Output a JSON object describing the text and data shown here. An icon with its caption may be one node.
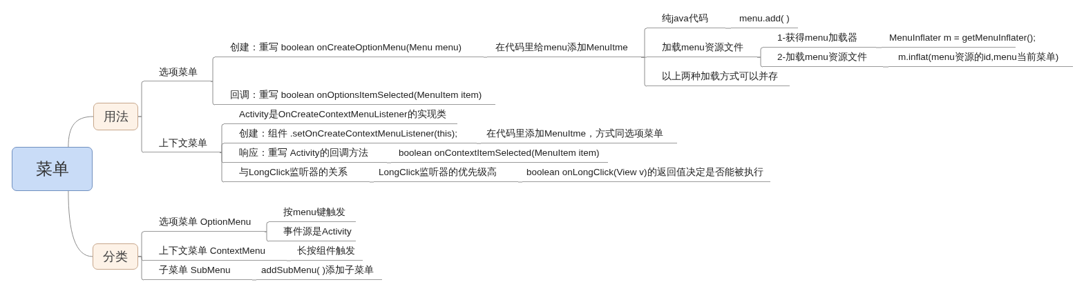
{
  "diagram": {
    "nodes": [
      {
        "text": [
          "菜单"
        ]
      },
      {
        "text": [
          "用法"
        ]
      },
      {
        "text": [
          "选项菜单"
        ]
      },
      {
        "text": [
          "创建：重写 boolean onCreateOptionMenu(Menu menu)"
        ]
      },
      {
        "text": [
          "在代码里给menu添加MenuItme"
        ]
      },
      {
        "text": [
          "纯java代码"
        ]
      },
      {
        "text": [
          "menu.add( )"
        ]
      },
      {
        "text": [
          "加载menu资源文件"
        ]
      },
      {
        "text": [
          "1-获得menu加载器"
        ]
      },
      {
        "text": [
          "MenuInflater m = getMenuInflater();"
        ]
      },
      {
        "text": [
          "2-加载menu资源文件"
        ]
      },
      {
        "text": [
          "m.inflat(menu资源的id,menu当前菜单)"
        ]
      },
      {
        "text": [
          "以上两种加载方式可以并存"
        ]
      },
      {
        "text": [
          "回调：重写 boolean onOptionsItemSelected(MenuItem item)"
        ]
      },
      {
        "text": [
          "上下文菜单"
        ]
      },
      {
        "text": [
          "Activity是OnCreateContextMenuListener的实现类"
        ]
      },
      {
        "text": [
          "创建：组件 .setOnCreateContextMenuListener(this);"
        ]
      },
      {
        "text": [
          "在代码里添加MenuItme，方式同选项菜单"
        ]
      },
      {
        "text": [
          "响应：重写 Activity的回调方法"
        ]
      },
      {
        "text": [
          "boolean onContextItemSelected(MenuItem item)"
        ]
      },
      {
        "text": [
          "与LongClick监听器的关系"
        ]
      },
      {
        "text": [
          "LongClick监听器的优先级高"
        ]
      },
      {
        "text": [
          "boolean onLongClick(View v)的返回值决定是否能被执行"
        ]
      },
      {
        "text": [
          "分类"
        ]
      },
      {
        "text": [
          "选项菜单 OptionMenu"
        ]
      },
      {
        "text": [
          "按menu键触发"
        ]
      },
      {
        "text": [
          "事件源是Activity"
        ]
      },
      {
        "text": [
          "上下文菜单 ContextMenu"
        ]
      },
      {
        "text": [
          "长按组件触发"
        ]
      },
      {
        "text": [
          "子菜单 SubMenu"
        ]
      },
      {
        "text": [
          "addSubMenu( )添加子菜单"
        ]
      }
    ],
    "edges": [
      {
        "from": 0,
        "to": 1,
        "arrow": "none"
      },
      {
        "from": 1,
        "to": 2,
        "arrow": "none"
      },
      {
        "from": 2,
        "to": 3,
        "arrow": "none"
      },
      {
        "from": 3,
        "to": 4,
        "arrow": "none"
      },
      {
        "from": 4,
        "to": 5,
        "arrow": "none"
      },
      {
        "from": 5,
        "to": 6,
        "arrow": "none"
      },
      {
        "from": 4,
        "to": 7,
        "arrow": "none"
      },
      {
        "from": 7,
        "to": 8,
        "arrow": "none"
      },
      {
        "from": 8,
        "to": 9,
        "arrow": "none"
      },
      {
        "from": 7,
        "to": 10,
        "arrow": "none"
      },
      {
        "from": 10,
        "to": 11,
        "arrow": "none"
      },
      {
        "from": 4,
        "to": 12,
        "arrow": "none"
      },
      {
        "from": 2,
        "to": 13,
        "arrow": "none"
      },
      {
        "from": 1,
        "to": 14,
        "arrow": "none"
      },
      {
        "from": 14,
        "to": 15,
        "arrow": "none"
      },
      {
        "from": 14,
        "to": 16,
        "arrow": "none"
      },
      {
        "from": 16,
        "to": 17,
        "arrow": "none"
      },
      {
        "from": 14,
        "to": 18,
        "arrow": "none"
      },
      {
        "from": 18,
        "to": 19,
        "arrow": "none"
      },
      {
        "from": 14,
        "to": 20,
        "arrow": "none"
      },
      {
        "from": 20,
        "to": 21,
        "arrow": "none"
      },
      {
        "from": 21,
        "to": 22,
        "arrow": "none"
      },
      {
        "from": 0,
        "to": 23,
        "arrow": "none"
      },
      {
        "from": 23,
        "to": 24,
        "arrow": "none"
      },
      {
        "from": 24,
        "to": 25,
        "arrow": "none"
      },
      {
        "from": 24,
        "to": 26,
        "arrow": "none"
      },
      {
        "from": 23,
        "to": 27,
        "arrow": "none"
      },
      {
        "from": 27,
        "to": 28,
        "arrow": "none"
      },
      {
        "from": 23,
        "to": 29,
        "arrow": "none"
      },
      {
        "from": 29,
        "to": 30,
        "arrow": "none"
      }
    ]
  }
}
